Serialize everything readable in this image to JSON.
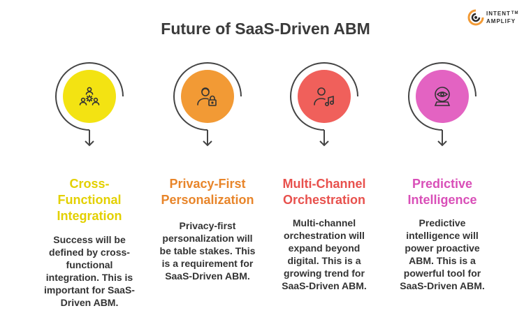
{
  "title": "Future of SaaS-Driven ABM",
  "logo": {
    "line1": "INTENT",
    "trademark": "TM",
    "line2": "AMPLIFY"
  },
  "items": [
    {
      "heading_lines": [
        "Cross-",
        "Functional",
        "Integration"
      ],
      "desc_lines": [
        "Success will be",
        "defined by cross-",
        "functional",
        "integration. This is",
        "important for SaaS-",
        "Driven ABM."
      ],
      "color": "#F3E312",
      "heading_color": "#E3D000",
      "icon": "team-gear-icon"
    },
    {
      "heading_lines": [
        "Privacy-First",
        "Personalization"
      ],
      "desc_lines": [
        "Privacy-first",
        "personalization will",
        "be table stakes. This",
        "is a requirement for",
        "SaaS-Driven ABM."
      ],
      "color": "#F29A35",
      "heading_color": "#E8852A",
      "icon": "user-lock-icon"
    },
    {
      "heading_lines": [
        "Multi-Channel",
        "Orchestration"
      ],
      "desc_lines": [
        "Multi-channel",
        "orchestration will",
        "expand beyond",
        "digital. This is a",
        "growing trend for",
        "SaaS-Driven ABM."
      ],
      "color": "#F0605B",
      "heading_color": "#E8514D",
      "icon": "user-music-icon"
    },
    {
      "heading_lines": [
        "Predictive",
        "Intelligence"
      ],
      "desc_lines": [
        "Predictive",
        "intelligence will",
        "power proactive",
        "ABM. This is a",
        "powerful tool for",
        "SaaS-Driven ABM."
      ],
      "color": "#E363C2",
      "heading_color": "#D94FB8",
      "icon": "crystal-ball-eye-icon"
    }
  ]
}
